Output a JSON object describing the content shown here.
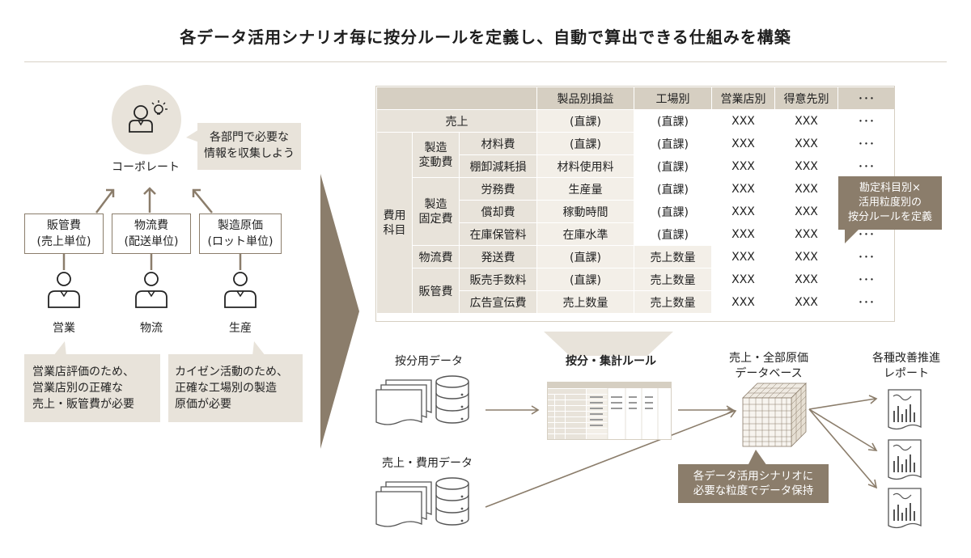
{
  "title": "各データ活用シナリオ毎に按分ルールを定義し、自動で算出できる仕組みを構築",
  "left": {
    "corporate_label": "コーポレート",
    "corporate_bubble": "各部門で必要な\n情報を収集しよう",
    "boxes": [
      {
        "line1": "販管費",
        "line2": "(売上単位)"
      },
      {
        "line1": "物流費",
        "line2": "(配送単位)"
      },
      {
        "line1": "製造原価",
        "line2": "(ロット単位)"
      }
    ],
    "persons": [
      "営業",
      "物流",
      "生産"
    ],
    "bubble_sales": "営業店評価のため、\n営業店別の正確な\n売上・販管費が必要",
    "bubble_production": "カイゼン活動のため、\n正確な工場別の製造\n原価が必要"
  },
  "table": {
    "headers": [
      "製品別損益",
      "工場別",
      "営業店別",
      "得意先別",
      "･･･"
    ],
    "sales_label": "売上",
    "sales_values": [
      "(直課)",
      "(直課)",
      "XXX",
      "XXX",
      "･･･"
    ],
    "cost_label": "費用\n科目",
    "groups": [
      {
        "name": "製造\n変動費",
        "rows": [
          {
            "item": "材料費",
            "values": [
              "(直課)",
              "(直課)",
              "XXX",
              "XXX",
              "･･･"
            ]
          },
          {
            "item": "棚卸減耗損",
            "values": [
              "材料使用料",
              "(直課)",
              "XXX",
              "XXX",
              "･･･"
            ]
          }
        ]
      },
      {
        "name": "製造\n固定費",
        "rows": [
          {
            "item": "労務費",
            "values": [
              "生産量",
              "(直課)",
              "XXX",
              "XXX",
              "･･･"
            ]
          },
          {
            "item": "償却費",
            "values": [
              "稼動時間",
              "(直課)",
              "XXX",
              "XXX",
              "･･･"
            ]
          },
          {
            "item": "在庫保管料",
            "values": [
              "在庫水準",
              "(直課)",
              "XXX",
              "XXX",
              "･･･"
            ]
          }
        ]
      },
      {
        "name": "物流費",
        "rows": [
          {
            "item": "発送費",
            "values": [
              "(直課)",
              "売上数量",
              "XXX",
              "XXX",
              "･･･"
            ]
          }
        ]
      },
      {
        "name": "販管費",
        "rows": [
          {
            "item": "販売手数料",
            "values": [
              "(直課)",
              "売上数量",
              "XXX",
              "XXX",
              "･･･"
            ]
          },
          {
            "item": "広告宣伝費",
            "values": [
              "売上数量",
              "売上数量",
              "XXX",
              "XXX",
              "･･･"
            ]
          }
        ]
      }
    ],
    "callout": "勘定科目別×\n活用粒度別の\n按分ルールを定義"
  },
  "flow": {
    "alloc_data": "按分用データ",
    "sales_cost_data": "売上・費用データ",
    "rule_label": "按分・集計ルール",
    "db_label": "売上・全部原価\nデータベース",
    "report_label": "各種改善推進\nレポート",
    "db_callout": "各データ活用シナリオに\n必要な粒度でデータ保持"
  },
  "colors": {
    "accent": "#8b7d6b",
    "header": "#d6cfc2",
    "light": "#e8e3da",
    "blue_text": "#1e3a8a"
  }
}
